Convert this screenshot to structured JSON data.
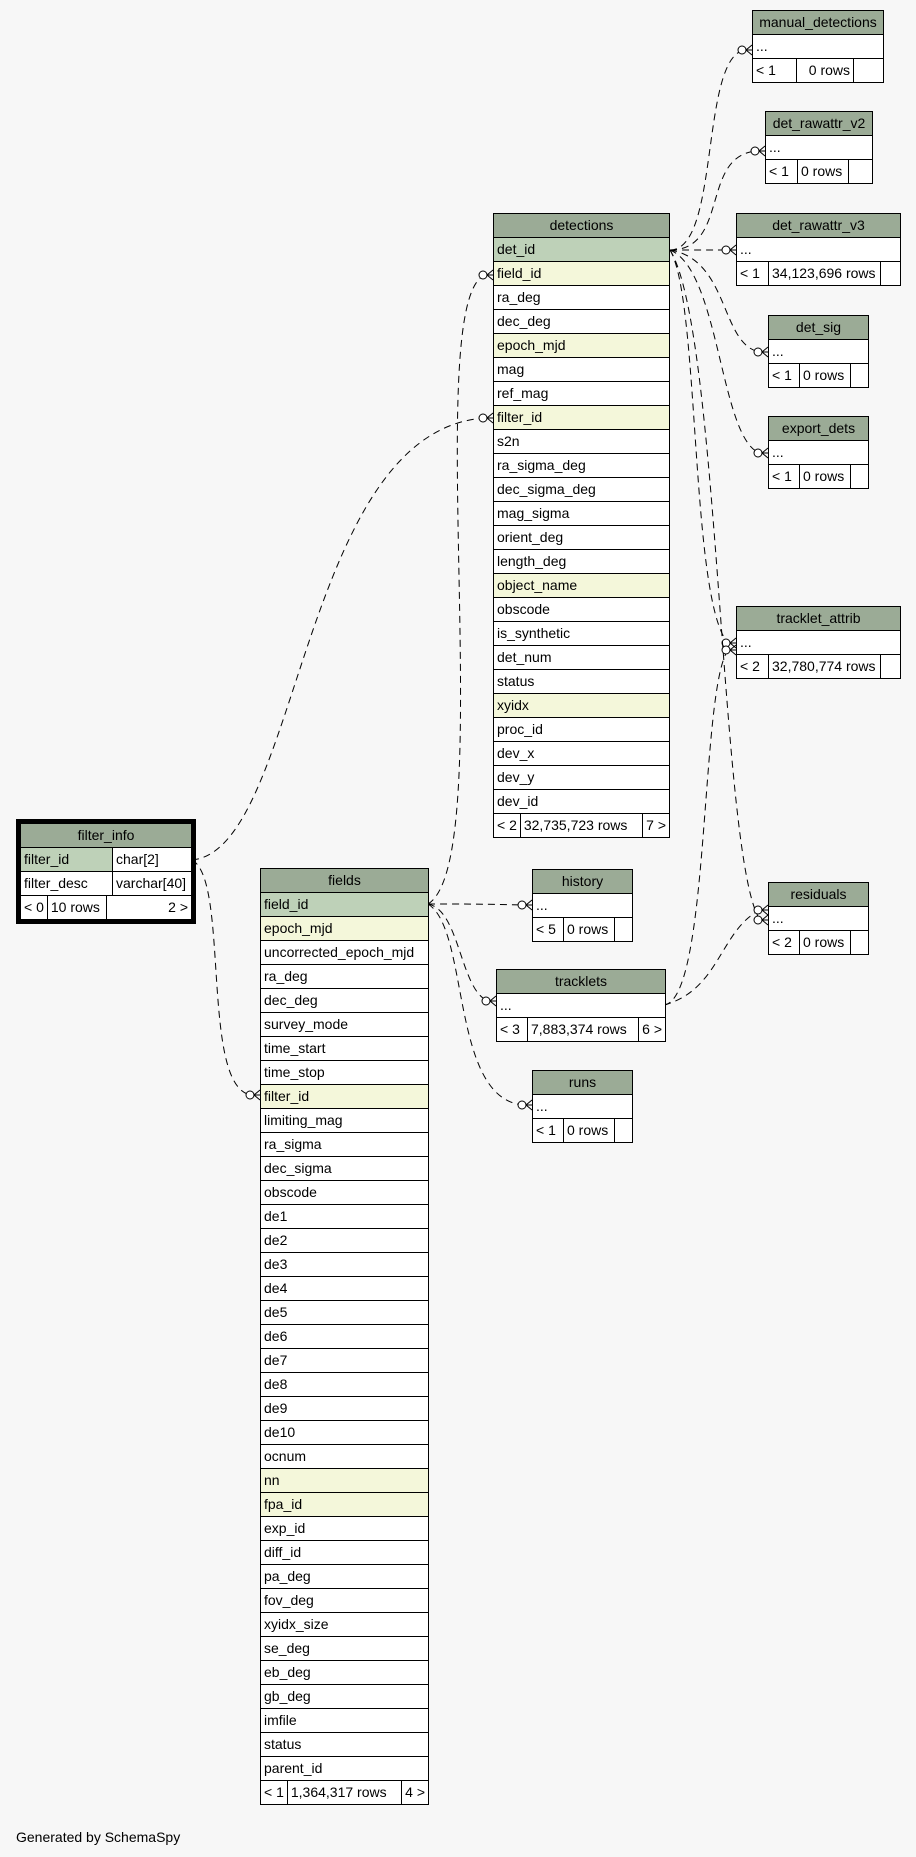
{
  "footer": {
    "generated": "Generated by SchemaSpy"
  },
  "tables": {
    "filter_info": {
      "name": "filter_info",
      "columns": [
        {
          "name": "filter_id",
          "type": "char[2]"
        },
        {
          "name": "filter_desc",
          "type": "varchar[40]"
        }
      ],
      "parents": "< 0",
      "rows": "10 rows",
      "children": "2 >"
    },
    "fields": {
      "name": "fields",
      "columns": [
        "field_id",
        "epoch_mjd",
        "uncorrected_epoch_mjd",
        "ra_deg",
        "dec_deg",
        "survey_mode",
        "time_start",
        "time_stop",
        "filter_id",
        "limiting_mag",
        "ra_sigma",
        "dec_sigma",
        "obscode",
        "de1",
        "de2",
        "de3",
        "de4",
        "de5",
        "de6",
        "de7",
        "de8",
        "de9",
        "de10",
        "ocnum",
        "nn",
        "fpa_id",
        "exp_id",
        "diff_id",
        "pa_deg",
        "fov_deg",
        "xyidx_size",
        "se_deg",
        "eb_deg",
        "gb_deg",
        "imfile",
        "status",
        "parent_id"
      ],
      "parents": "< 1",
      "rows": "1,364,317 rows",
      "children": "4 >"
    },
    "detections": {
      "name": "detections",
      "columns": [
        "det_id",
        "field_id",
        "ra_deg",
        "dec_deg",
        "epoch_mjd",
        "mag",
        "ref_mag",
        "filter_id",
        "s2n",
        "ra_sigma_deg",
        "dec_sigma_deg",
        "mag_sigma",
        "orient_deg",
        "length_deg",
        "object_name",
        "obscode",
        "is_synthetic",
        "det_num",
        "status",
        "xyidx",
        "proc_id",
        "dev_x",
        "dev_y",
        "dev_id"
      ],
      "parents": "< 2",
      "rows": "32,735,723 rows",
      "children": "7 >"
    },
    "manual_detections": {
      "name": "manual_detections",
      "ellipsis": "...",
      "parents": "< 1",
      "rows": "0 rows"
    },
    "det_rawattr_v2": {
      "name": "det_rawattr_v2",
      "ellipsis": "...",
      "parents": "< 1",
      "rows": "0 rows"
    },
    "det_rawattr_v3": {
      "name": "det_rawattr_v3",
      "ellipsis": "...",
      "parents": "< 1",
      "rows": "34,123,696 rows"
    },
    "det_sig": {
      "name": "det_sig",
      "ellipsis": "...",
      "parents": "< 1",
      "rows": "0 rows"
    },
    "export_dets": {
      "name": "export_dets",
      "ellipsis": "...",
      "parents": "< 1",
      "rows": "0 rows"
    },
    "tracklet_attrib": {
      "name": "tracklet_attrib",
      "ellipsis": "...",
      "parents": "< 2",
      "rows": "32,780,774 rows"
    },
    "history": {
      "name": "history",
      "ellipsis": "...",
      "parents": "< 5",
      "rows": "0 rows"
    },
    "residuals": {
      "name": "residuals",
      "ellipsis": "...",
      "parents": "< 2",
      "rows": "0 rows"
    },
    "tracklets": {
      "name": "tracklets",
      "ellipsis": "...",
      "parents": "< 3",
      "rows": "7,883,374 rows",
      "children": "6 >"
    },
    "runs": {
      "name": "runs",
      "ellipsis": "...",
      "parents": "< 1",
      "rows": "0 rows"
    }
  }
}
